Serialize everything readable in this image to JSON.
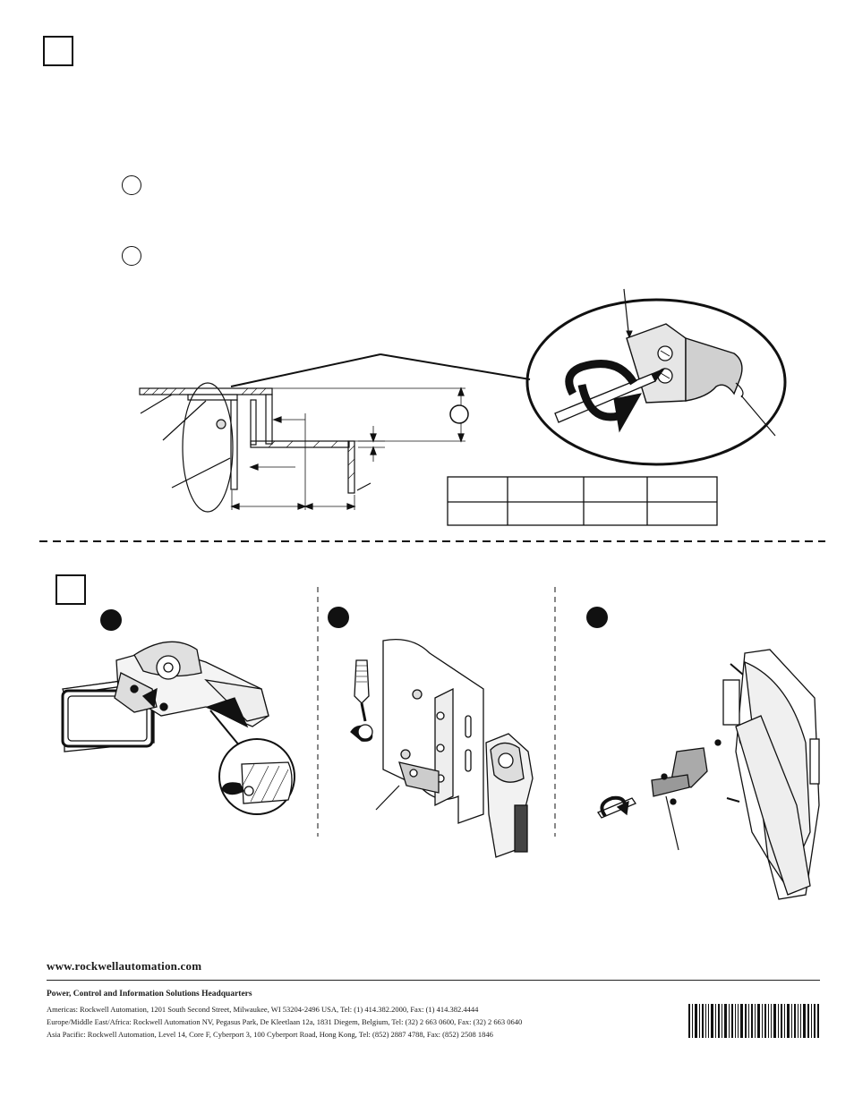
{
  "footer": {
    "website": "www.rockwellautomation.com",
    "headquarters_title": "Power, Control and Information Solutions Headquarters",
    "addresses": [
      "Americas: Rockwell Automation, 1201 South Second Street, Milwaukee, WI 53204-2496 USA, Tel: (1) 414.382.2000, Fax: (1) 414.382.4444",
      "Europe/Middle East/Africa: Rockwell Automation NV, Pegasus Park, De Kleetlaan 12a, 1831 Diegem, Belgium, Tel: (32) 2 663 0600, Fax: (32) 2 663 0640",
      "Asia Pacific: Rockwell Automation, Level 14, Core F, Cyberport 3, 100 Cyberport Road, Hong Kong, Tel: (852) 2887 4788, Fax: (852) 2508 1846"
    ]
  },
  "colors": {
    "ink": "#111111",
    "paper": "#ffffff",
    "shade": "#b8b8b8"
  }
}
